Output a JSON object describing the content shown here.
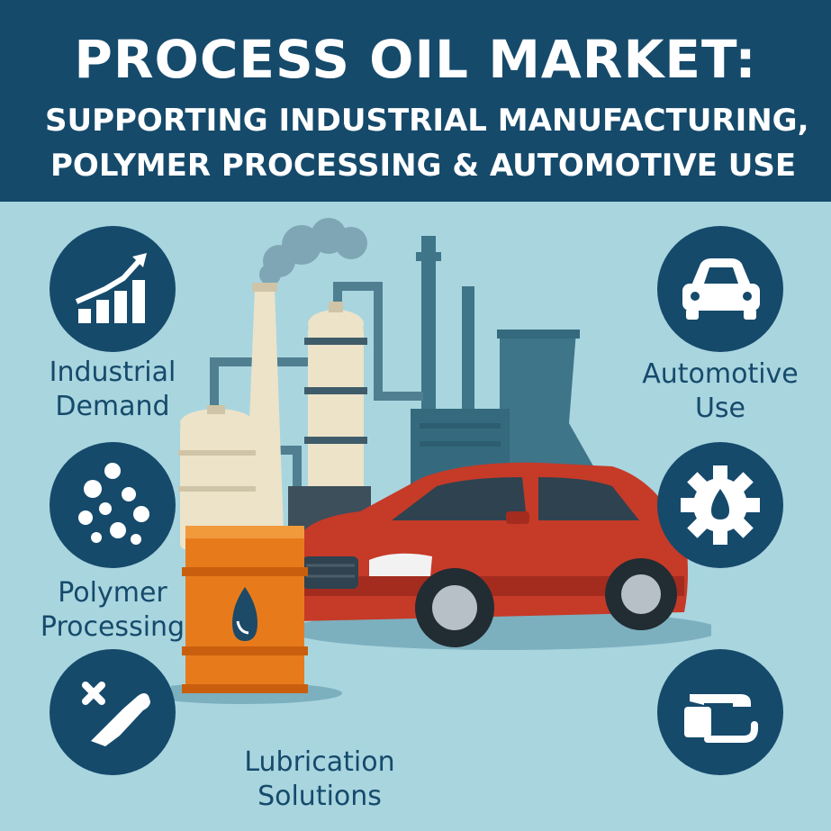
{
  "header": {
    "title_line1": "PROCESS OIL MARKET:",
    "title_line2": "SUPPORTING INDUSTRIAL MANUFACTURING,",
    "title_line3": "POLYMER PROCESSING & AUTOMOTIVE USE"
  },
  "left": {
    "industrial": {
      "line1": "Industrial",
      "line2": "Demand",
      "icon": "growth-chart-icon"
    },
    "polymer": {
      "line1": "Polymer",
      "line2": "Processing",
      "icon": "molecule-dots-icon"
    },
    "lubrication": {
      "icon": "lubrication-tool-icon"
    }
  },
  "right": {
    "automotive": {
      "line1": "Automotive",
      "line2": "Use",
      "icon": "car-icon"
    },
    "gear": {
      "icon": "gear-oil-drop-icon"
    },
    "faucet": {
      "icon": "oil-dispenser-icon"
    }
  },
  "bottom": {
    "lubrication_line1": "Lubrication",
    "lubrication_line2": "Solutions"
  },
  "colors": {
    "navy": "#154a6b",
    "background": "#a9d5df",
    "car_red": "#c63a28",
    "barrel_orange": "#e77b1c",
    "tank_cream": "#ece3c8",
    "factory_teal": "#3f7589"
  }
}
